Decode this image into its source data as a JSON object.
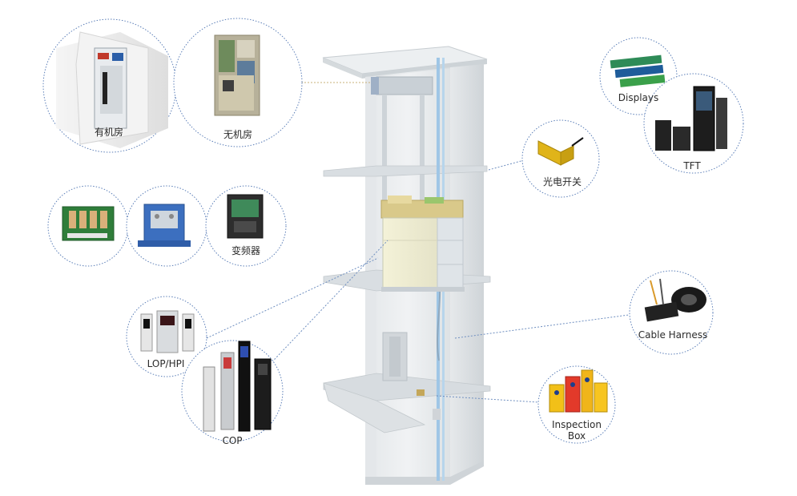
{
  "components": {
    "machine_room": {
      "label": "有机房"
    },
    "machine_roomless": {
      "label": "无机房"
    },
    "inverter": {
      "label": "变频器"
    },
    "lop_hpi": {
      "label": "LOP/HPI"
    },
    "cop": {
      "label": "COP"
    },
    "photoelectric_switch": {
      "label": "光电开关"
    },
    "displays": {
      "label": "Displays"
    },
    "tft": {
      "label": "TFT"
    },
    "cable_harness": {
      "label": "Cable Harness"
    },
    "inspection_box": {
      "line1": "Inspection",
      "line2": "Box"
    }
  },
  "colors": {
    "circle_border": "#5c7fb8",
    "leader_line": "#6f8fc0",
    "machine_leader": "#c9b27a",
    "shaft": "#e9ecee",
    "shaft_shade": "#d6dadd",
    "car_frame": "#cfd6dc",
    "car_glass": "#f1f1d6",
    "rail": "#9fc6e6"
  }
}
